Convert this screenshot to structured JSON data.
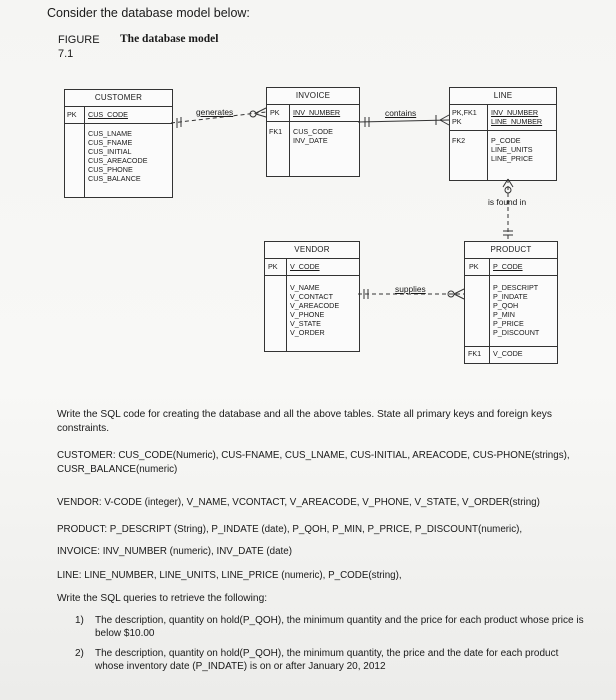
{
  "heading": "Consider the database model below:",
  "figure": {
    "label_line1": "FIGURE",
    "label_line2": "7.1",
    "title": "The database model"
  },
  "entities": {
    "customer": {
      "name": "CUSTOMER",
      "pk_tag": "PK",
      "pk_field": "CUS_CODE",
      "fields": [
        "CUS_LNAME",
        "CUS_FNAME",
        "CUS_INITIAL",
        "CUS_AREACODE",
        "CUS_PHONE",
        "CUS_BALANCE"
      ]
    },
    "invoice": {
      "name": "INVOICE",
      "pk_tag": "PK",
      "pk_field": "INV_NUMBER",
      "fk_tag": "FK1",
      "fields": [
        "CUS_CODE",
        "INV_DATE"
      ]
    },
    "line": {
      "name": "LINE",
      "pk_tag_1": "PK,FK1",
      "pk_tag_2": "PK",
      "pk_field_1": "INV_NUMBER",
      "pk_field_2": "LINE_NUMBER",
      "fk_tag": "FK2",
      "fields": [
        "P_CODE",
        "LINE_UNITS",
        "LINE_PRICE"
      ]
    },
    "vendor": {
      "name": "VENDOR",
      "pk_tag": "PK",
      "pk_field": "V_CODE",
      "fields": [
        "V_NAME",
        "V_CONTACT",
        "V_AREACODE",
        "V_PHONE",
        "V_STATE",
        "V_ORDER"
      ]
    },
    "product": {
      "name": "PRODUCT",
      "pk_tag": "PK",
      "pk_field": "P_CODE",
      "fk_tag": "FK1",
      "fields": [
        "P_DESCRIPT",
        "P_INDATE",
        "P_QOH",
        "P_MIN",
        "P_PRICE",
        "P_DISCOUNT",
        "V_CODE"
      ]
    }
  },
  "relationships": {
    "generates": "generates",
    "contains": "contains",
    "is_found_in": "is found in",
    "supplies": "supplies"
  },
  "instructions": {
    "intro": "Write the SQL code for creating the database and all the above tables. State all primary keys and foreign keys constraints.",
    "customer": "CUSTOMER: CUS_CODE(Numeric), CUS-FNAME, CUS_LNAME, CUS-INITIAL, AREACODE, CUS-PHONE(strings), CUSR_BALANCE(numeric)",
    "vendor": "VENDOR: V-CODE (integer), V_NAME, VCONTACT, V_AREACODE, V_PHONE, V_STATE, V_ORDER(string)",
    "product": "PRODUCT: P_DESCRIPT (String), P_INDATE (date), P_QOH, P_MIN, P_PRICE, P_DISCOUNT(numeric),",
    "invoice": "INVOICE: INV_NUMBER (numeric), INV_DATE (date)",
    "line": "LINE: LINE_NUMBER, LINE_UNITS, LINE_PRICE (numeric), P_CODE(string),",
    "queries_intro": "Write the SQL queries to retrieve the following:",
    "queries": [
      {
        "num": "1)",
        "text": "The description, quantity on hold(P_QOH), the minimum quantity and the price for each product whose price is below $10.00"
      },
      {
        "num": "2)",
        "text": "The description, quantity on hold(P_QOH), the minimum quantity, the price and the date for each product whose inventory date (P_INDATE) is on or after January 20, 2012"
      }
    ]
  }
}
